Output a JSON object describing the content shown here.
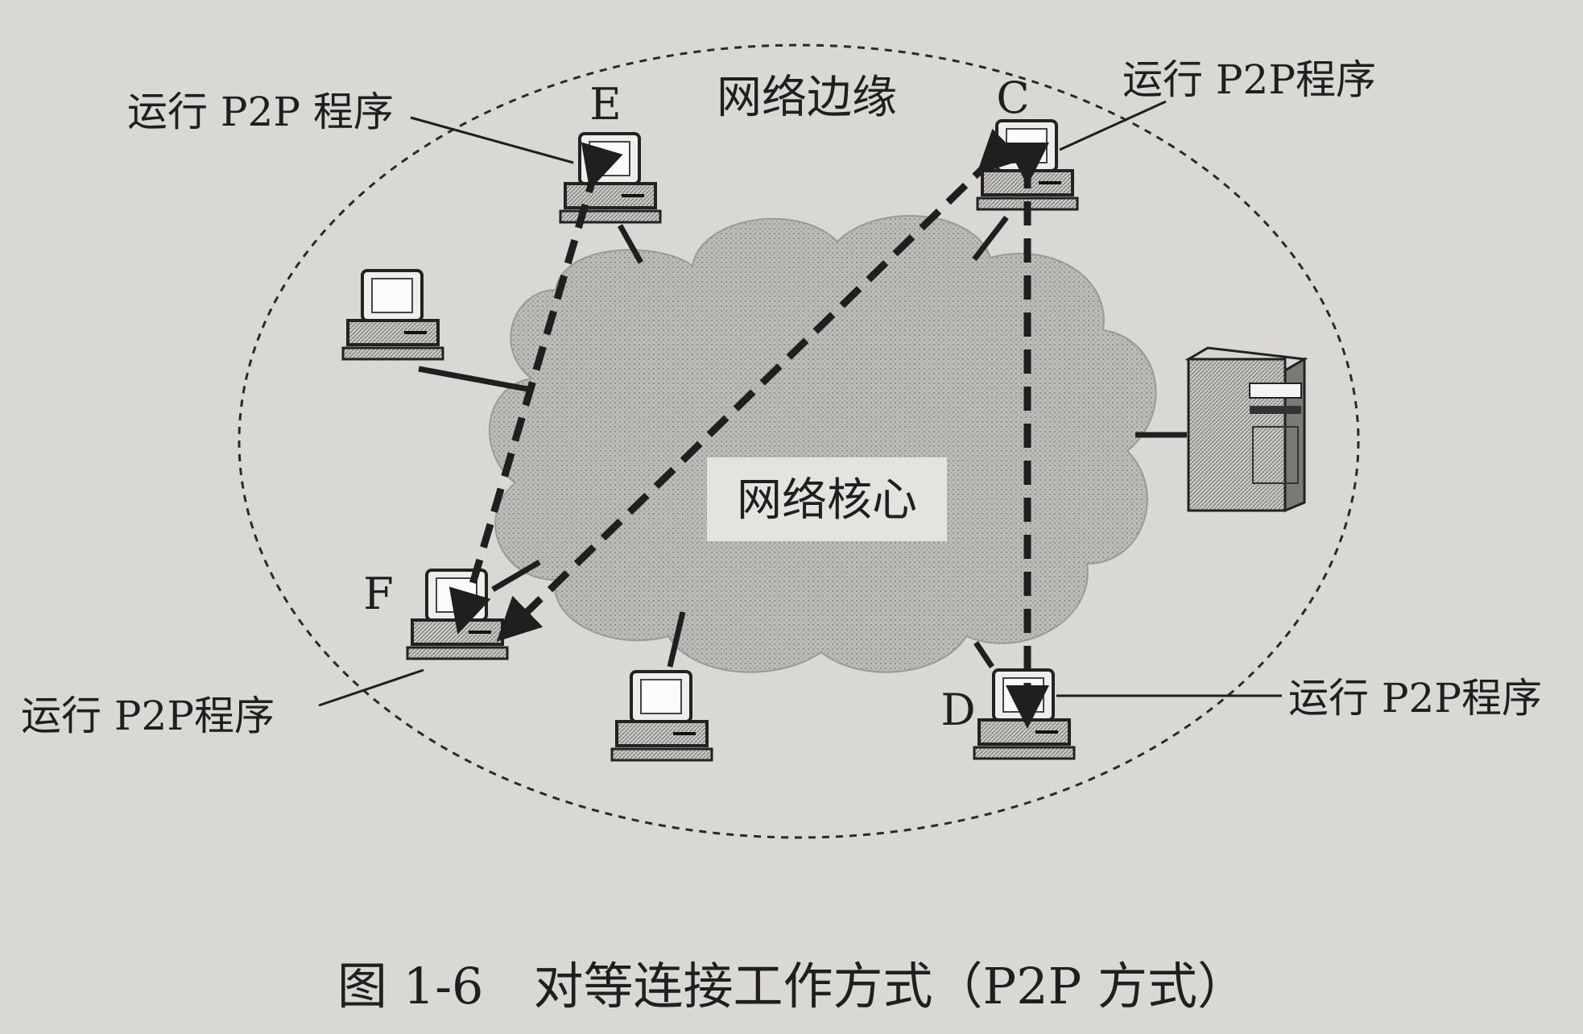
{
  "diagram": {
    "edge_label": "网络边缘",
    "core_label": "网络核心",
    "caption": "图 1-6　对等连接工作方式（P2P 方式）",
    "nodes": {
      "E": {
        "name": "E",
        "note": "运行 P2P 程序"
      },
      "C": {
        "name": "C",
        "note": "运行 P2P程序"
      },
      "F": {
        "name": "F",
        "note": "运行 P2P程序"
      },
      "D": {
        "name": "D",
        "note": "运行 P2P程序"
      }
    }
  },
  "colors": {
    "background": "#d9d8d4",
    "cloud": "#b9b8b5",
    "ink": "#1f1f1f",
    "core_label_bg": "#e4e3e0"
  }
}
